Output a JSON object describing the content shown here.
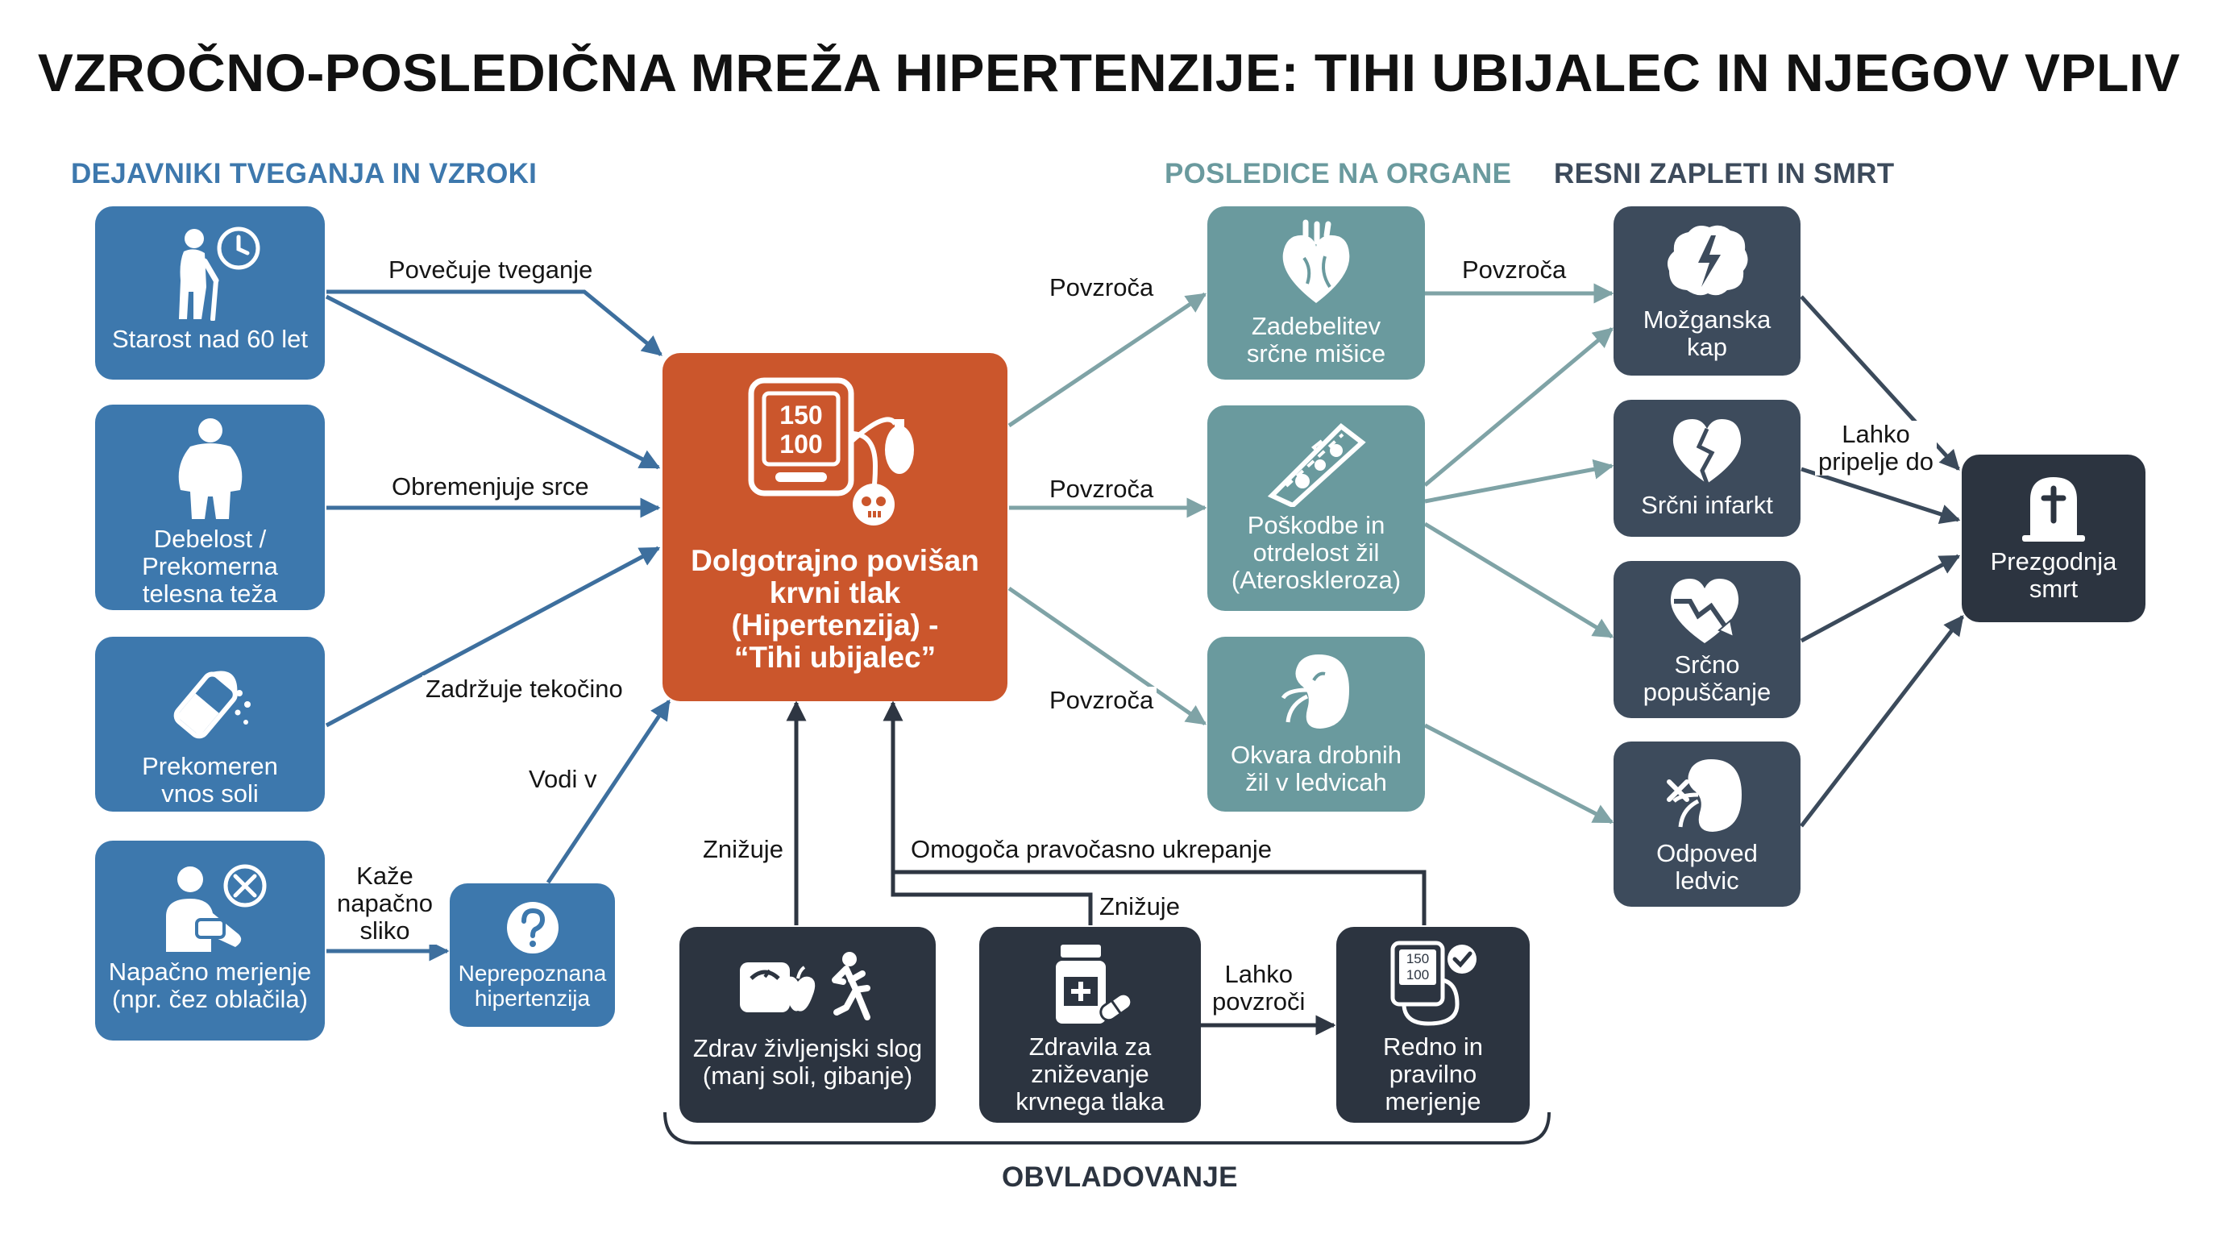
{
  "title": "VZROČNO-POSLEDIČNA MREŽA HIPERTENZIJE: TIHI UBIJALEC IN NJEGOV VPLIV",
  "sections": {
    "causes": "DEJAVNIKI TVEGANJA IN VZROKI",
    "organs": "POSLEDICE NA ORGANE",
    "complications": "RESNI ZAPLETI IN SMRT",
    "management": "OBVLADOVANJE"
  },
  "colors": {
    "cause_box": "#3d78ad",
    "organ_box": "#6a9a9e",
    "complication_box": "#3d4b5c",
    "management_box": "#2c3440",
    "center_box": "#cb562c",
    "cause_arrow": "#3d6f9e",
    "organ_arrow": "#7fa3a6",
    "complication_arrow": "#3b4a5b",
    "management_arrow": "#2e3642"
  },
  "nodes": {
    "age": {
      "label": "Starost nad 60 let",
      "icon": "elderly-person-clock-icon"
    },
    "obesity": {
      "label": "Debelost /\nPrekomerna\ntelesna teža",
      "icon": "overweight-person-icon"
    },
    "salt": {
      "label": "Prekomeren\nvnos soli",
      "icon": "salt-shaker-icon"
    },
    "wrong_measure": {
      "label": "Napačno merjenje\n(npr. čez oblačila)",
      "icon": "person-cuff-cross-icon"
    },
    "unrecognized": {
      "label": "Neprepoznana\nhipertenzija",
      "icon": "question-mark-icon"
    },
    "hypertension": {
      "label": "Dolgotrajno povišan\nkrvni tlak\n(Hipertenzija) -\n“Tihi ubijalec”",
      "icon": "blood-pressure-monitor-skull-icon",
      "monitor_top": "150",
      "monitor_bottom": "100"
    },
    "heart_muscle": {
      "label": "Zadebelitev\nsrčne mišice",
      "icon": "heart-icon"
    },
    "vessels": {
      "label": "Poškodbe in\notrdelost žil\n(Ateroskleroza)",
      "icon": "damaged-artery-icon"
    },
    "kidney_vessels": {
      "label": "Okvara drobnih\nžil v ledvicah",
      "icon": "kidney-vessels-icon"
    },
    "stroke": {
      "label": "Možganska\nkap",
      "icon": "brain-lightning-icon"
    },
    "infarct": {
      "label": "Srčni infarkt",
      "icon": "broken-heart-icon"
    },
    "heart_failure": {
      "label": "Srčno\npopuščanje",
      "icon": "heart-down-trend-icon"
    },
    "kidney_failure": {
      "label": "Odpoved\nledvic",
      "icon": "kidney-cross-icon"
    },
    "death": {
      "label": "Prezgodnja\nsmrt",
      "icon": "tombstone-cross-icon"
    },
    "lifestyle": {
      "label": "Zdrav življenjski slog\n(manj soli, gibanje)",
      "icon": "scale-apple-runner-icon"
    },
    "medication": {
      "label": "Zdravila za\nzniževanje\nkrvnega tlaka",
      "icon": "pill-bottle-icon"
    },
    "measurement": {
      "label": "Redno in\npravilno\nmerjenje",
      "icon": "monitor-check-icon",
      "monitor_top": "150",
      "monitor_bottom": "100"
    }
  },
  "edge_labels": {
    "age": "Povečuje tveganje",
    "obesity": "Obremenjuje srce",
    "salt": "Zadržuje tekočino",
    "unrecognized": "Vodi v",
    "wrong_measure": "Kaže\nnapačno\nsliko",
    "heart_muscle": "Povzroča",
    "vessels": "Povzroča",
    "kidney_vessels": "Povzroča",
    "heart_to_stroke": "Povzroča",
    "to_death": "Lahko\npripelje do",
    "lifestyle": "Znižuje",
    "medication": "Znižuje",
    "measurement": "Omogoča pravočasno ukrepanje",
    "med_to_measure": "Lahko\npovzroči"
  }
}
